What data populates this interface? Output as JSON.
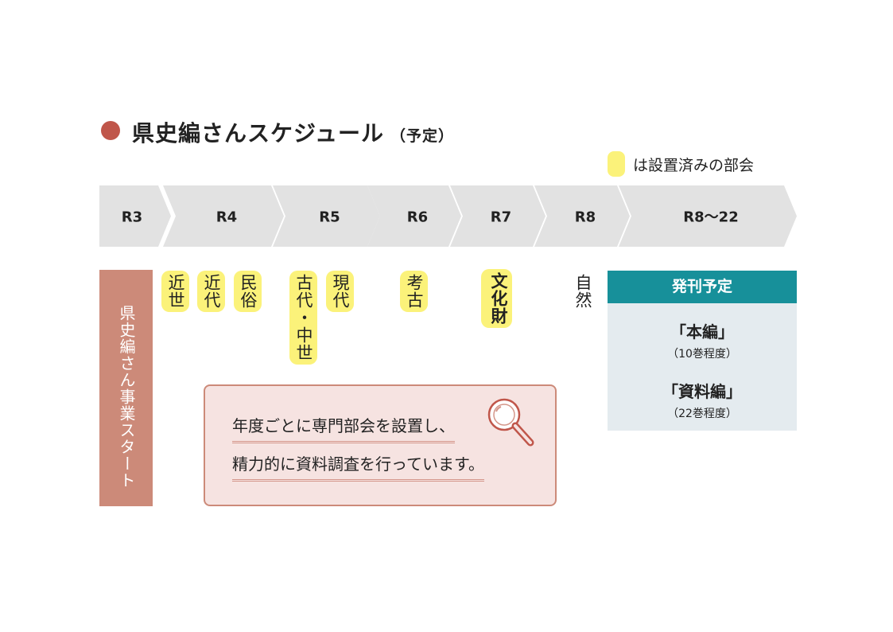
{
  "title": {
    "main": "県史編さんスケジュール",
    "sub": "（予定）"
  },
  "legend": {
    "text": "は設置済みの部会",
    "swatch_color": "#fbf27a"
  },
  "timeline": [
    "R3",
    "R4",
    "R5",
    "R6",
    "R7",
    "R8",
    "R8〜22"
  ],
  "start_label": "県史編さん事業スタート",
  "committees": [
    {
      "label": "近世",
      "established": true
    },
    {
      "label": "近代",
      "established": true
    },
    {
      "label": "民俗",
      "established": true
    },
    {
      "label": "古代・中世",
      "established": true
    },
    {
      "label": "現代",
      "established": true
    },
    {
      "label": "考古",
      "established": true
    },
    {
      "label": "文化財",
      "established": true
    },
    {
      "label": "自然",
      "established": false
    }
  ],
  "note": {
    "line1": "年度ごとに専門部会を設置し、",
    "line2": "精力的に資料調査を行っています。"
  },
  "publication": {
    "header": "発刊予定",
    "items": [
      {
        "title": "「本編」",
        "detail": "（10巻程度）"
      },
      {
        "title": "「資料編」",
        "detail": "（22巻程度）"
      }
    ]
  }
}
